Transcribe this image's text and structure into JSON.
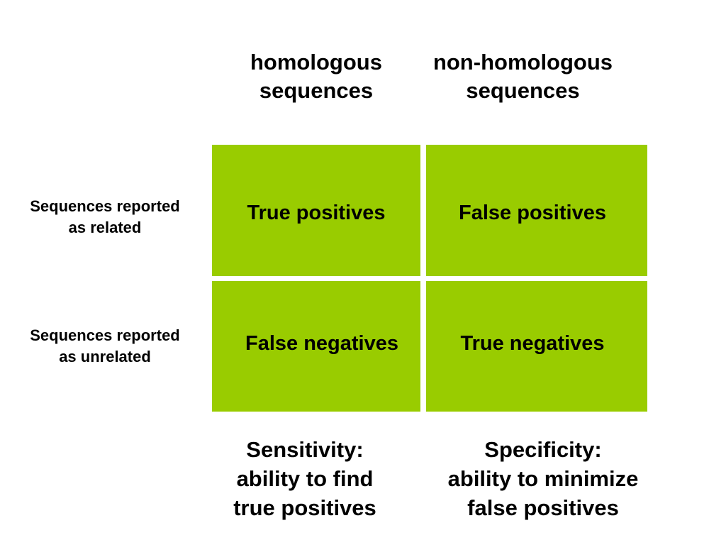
{
  "columns": [
    {
      "line1": "homologous",
      "line2": "sequences"
    },
    {
      "line1": "non-homologous",
      "line2": "sequences"
    }
  ],
  "rows": [
    {
      "line1": "Sequences reported",
      "line2": "as related"
    },
    {
      "line1": "Sequences reported",
      "line2": "as unrelated"
    }
  ],
  "cells": {
    "true_positives": "True positives",
    "false_positives": "False positives",
    "false_negatives": "False negatives",
    "true_negatives": "True negatives"
  },
  "footers": {
    "sensitivity": {
      "line1": "Sensitivity:",
      "line2": "ability to find",
      "line3": "true positives"
    },
    "specificity": {
      "line1": "Specificity:",
      "line2": "ability to minimize",
      "line3": "false positives"
    }
  },
  "colors": {
    "cell_fill": "#99cc00",
    "text": "#000000",
    "background": "#ffffff"
  }
}
